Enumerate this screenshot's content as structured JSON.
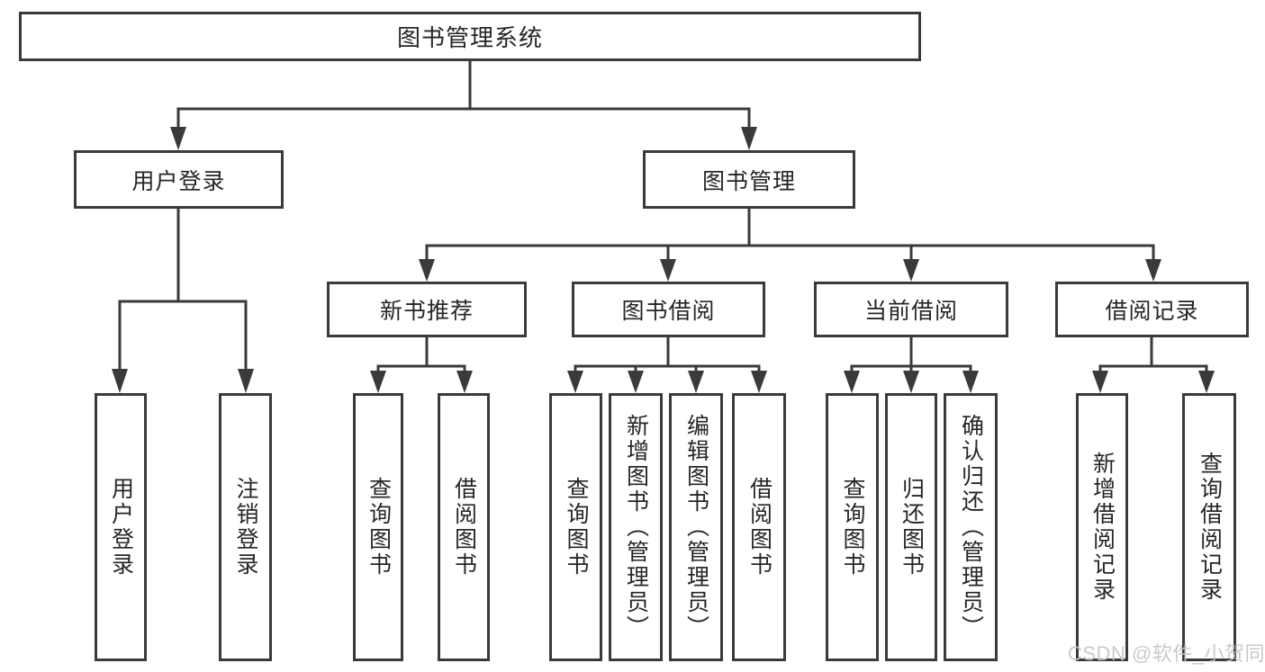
{
  "diagram_type": "functional-structure-tree",
  "tree": {
    "root": {
      "label": "图书管理系统"
    },
    "branches": [
      {
        "label": "用户登录",
        "children": [
          {
            "label": "用户登录"
          },
          {
            "label": "注销登录"
          }
        ]
      },
      {
        "label": "图书管理",
        "children": [
          {
            "label": "新书推荐",
            "children": [
              {
                "label": "查询图书"
              },
              {
                "label": "借阅图书"
              }
            ]
          },
          {
            "label": "图书借阅",
            "children": [
              {
                "label": "查询图书"
              },
              {
                "label": "新增图书（管理员）"
              },
              {
                "label": "编辑图书（管理员）"
              },
              {
                "label": "借阅图书"
              }
            ]
          },
          {
            "label": "当前借阅",
            "children": [
              {
                "label": "查询图书"
              },
              {
                "label": "归还图书"
              },
              {
                "label": "确认归还（管理员）"
              }
            ]
          },
          {
            "label": "借阅记录",
            "children": [
              {
                "label": "新增借阅记录"
              },
              {
                "label": "查询借阅记录"
              }
            ]
          }
        ]
      }
    ]
  },
  "watermark": "CSDN @软件_小贺同学",
  "colors": {
    "line": "#3a3a3a",
    "text": "#262626",
    "background": "#ffffff",
    "watermark": "#c6c6c6"
  }
}
